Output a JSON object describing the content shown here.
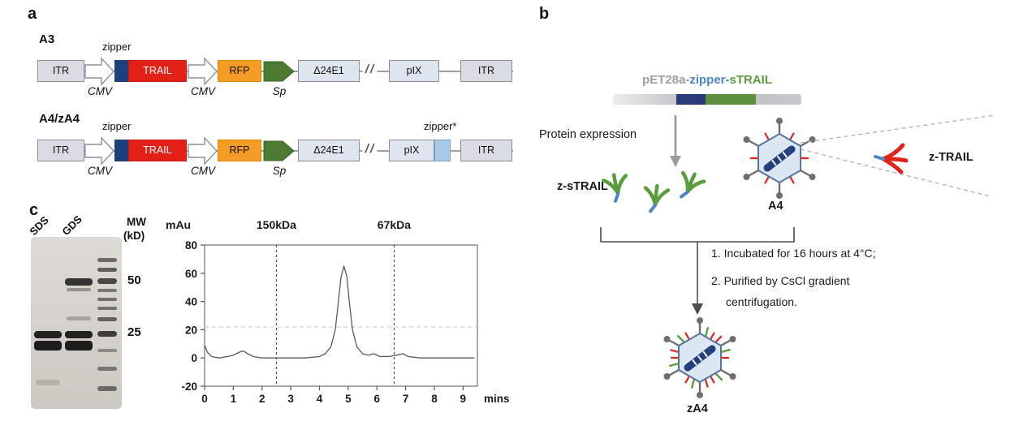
{
  "colors": {
    "trail_red": "#e32119",
    "rfp_orange": "#f59c27",
    "zipper_navy": "#1e3f7f",
    "zipper_light_blue": "#a9c9e6",
    "sp_green": "#4c7a31",
    "strail_green": "#5a9e3c",
    "zipper_text_blue": "#4a86c8",
    "vector_text_gray": "#9aa0a6"
  },
  "panel_a": {
    "label": "a",
    "row1_name": "A3",
    "row2_name": "A4/zA4",
    "zipper_label": "zipper",
    "zipper_star_label": "zipper*",
    "itr": "ITR",
    "trail": "TRAIL",
    "rfp": "RFP",
    "delta24e1": "Δ24E1",
    "pix": "pIX",
    "cmv": "CMV",
    "sp": "Sp",
    "break_mark": "//"
  },
  "panel_b": {
    "label": "b",
    "plasmid_part_vector": "pET28a-",
    "plasmid_part_zipper": "zipper-",
    "plasmid_part_strail": "sTRAIL",
    "protein_expression": "Protein expression",
    "z_strail_label": "z-sTRAIL",
    "a4_label": "A4",
    "z_trail_label": "z-TRAIL",
    "step1": "1. Incubated for 16 hours at 4°C;",
    "step2": "2. Purified by CsCl gradient",
    "step2_cont": "centrifugation.",
    "za4_label": "zA4"
  },
  "panel_c": {
    "label": "c",
    "lane1": "SDS",
    "lane2": "GDS",
    "mw": "MW",
    "mw_unit": "(kD)",
    "marker_50": "50",
    "marker_25": "25"
  },
  "chart_data": {
    "type": "line",
    "xlabel": "mins",
    "ylabel": "mAu",
    "xlim": [
      0,
      9.5
    ],
    "ylim": [
      -20,
      80
    ],
    "xticks": [
      0,
      1,
      2,
      3,
      4,
      5,
      6,
      7,
      8,
      9
    ],
    "yticks": [
      80,
      60,
      40,
      20,
      0,
      -20
    ],
    "x": [
      0,
      0.1,
      0.25,
      0.5,
      0.8,
      1.0,
      1.2,
      1.35,
      1.5,
      1.7,
      2.0,
      2.5,
      3.0,
      3.5,
      4.0,
      4.2,
      4.4,
      4.55,
      4.65,
      4.75,
      4.85,
      4.95,
      5.05,
      5.15,
      5.3,
      5.5,
      5.7,
      5.9,
      6.1,
      6.4,
      6.7,
      6.9,
      7.1,
      7.5,
      8.0,
      8.5,
      9.0,
      9.4
    ],
    "y": [
      9,
      4,
      1,
      0,
      1,
      2,
      4,
      5,
      3,
      1,
      0,
      0,
      0,
      0,
      1,
      3,
      8,
      20,
      38,
      57,
      65,
      58,
      38,
      20,
      8,
      3,
      2,
      3,
      1,
      1,
      2,
      3,
      1,
      0,
      0,
      0,
      0,
      0
    ],
    "baseline_hline": 22,
    "annotations": [
      {
        "label": "150kDa",
        "x": 2.5
      },
      {
        "label": "67kDa",
        "x": 6.6
      }
    ],
    "grid": false,
    "legend": "none"
  }
}
